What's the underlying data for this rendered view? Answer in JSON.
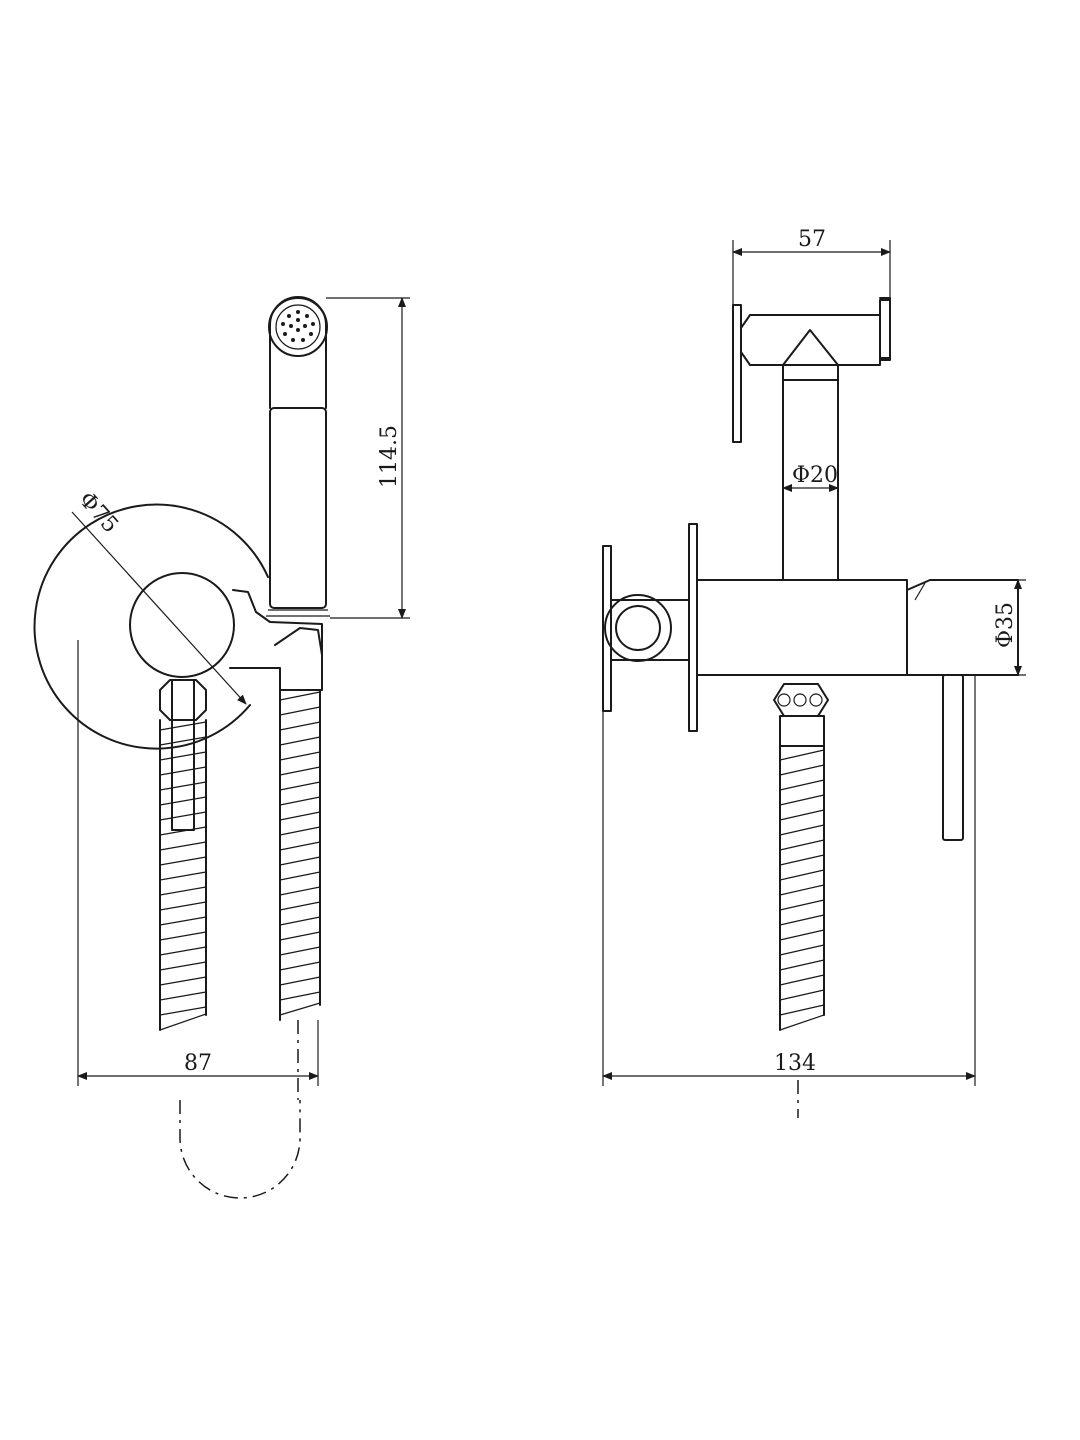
{
  "dimensions": {
    "side_width": "87",
    "height": "114.5",
    "plate_diameter": "Φ75",
    "front_width": "134",
    "top_width": "57",
    "spout_diameter": "Φ20",
    "body_diameter": "Φ35"
  },
  "colors": {
    "line": "#1a1a1a",
    "background": "#ffffff"
  }
}
